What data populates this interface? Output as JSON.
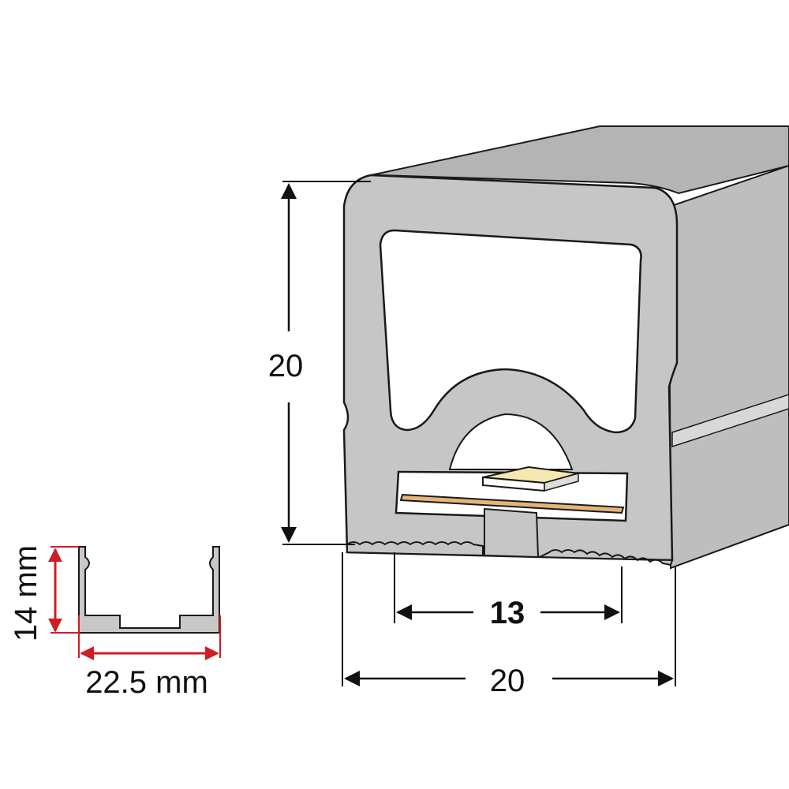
{
  "profile": {
    "height_label": "20",
    "width_label": "20",
    "inner_width_label": "13"
  },
  "channel": {
    "height_label": "14 mm",
    "width_label": "22.5 mm"
  },
  "colors": {
    "body_fill": "#c6c6c6",
    "top_face": "#b4b4b4",
    "side_face": "#bebebe",
    "cavity_fill": "#ffffff",
    "outline": "#1a1a1a",
    "pcb": "#e6b478",
    "led_chip": "#f5e8b0",
    "dimension_red": "#d01c24"
  }
}
